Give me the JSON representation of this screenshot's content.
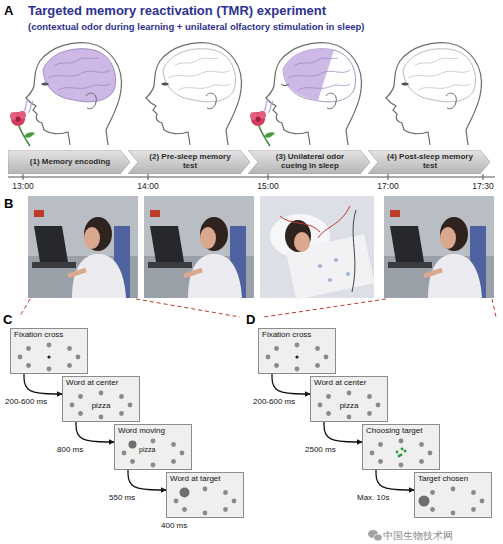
{
  "diagram": {
    "title": "Targeted memory reactivation (TMR) experiment",
    "nodes": [
      {
        "text": [
          "(1) Memory encoding"
        ]
      },
      {
        "text": [
          "(2) Pre-sleep memory test"
        ]
      },
      {
        "text": [
          "(3) Unilateral odor cueing in sleep"
        ]
      },
      {
        "text": [
          "(4) Post-sleep memory test"
        ]
      },
      {
        "text": [
          "Fixation cross"
        ]
      },
      {
        "text": [
          "Word at center",
          "pizza"
        ]
      },
      {
        "text": [
          "Word moving",
          "pizza"
        ]
      },
      {
        "text": [
          "Word at target"
        ]
      },
      {
        "text": [
          "Fixation cross"
        ]
      },
      {
        "text": [
          "Word at center",
          "pizza"
        ]
      },
      {
        "text": [
          "Choosing target"
        ]
      },
      {
        "text": [
          "Target chosen"
        ]
      }
    ],
    "edges": [
      {
        "from": 4,
        "to": 5,
        "arrow": "to",
        "label": "200-600 ms"
      },
      {
        "from": 5,
        "to": 6,
        "arrow": "to",
        "label": "800 ms"
      },
      {
        "from": 6,
        "to": 7,
        "arrow": "to",
        "label": "550 ms"
      },
      {
        "from": 8,
        "to": 9,
        "arrow": "to",
        "label": "200-600 ms"
      },
      {
        "from": 9,
        "to": 10,
        "arrow": "to",
        "label": "2500 ms"
      },
      {
        "from": 10,
        "to": 11,
        "arrow": "to",
        "label": "Max. 10s"
      }
    ],
    "labels": [
      "A",
      "(contextual odor during learning + unilateral olfactory stimulation in sleep)",
      "13:00",
      "14:00",
      "15:00",
      "17:00",
      "17:30",
      "B",
      "C",
      "D",
      "400 ms",
      "中国生物技术网"
    ]
  }
}
